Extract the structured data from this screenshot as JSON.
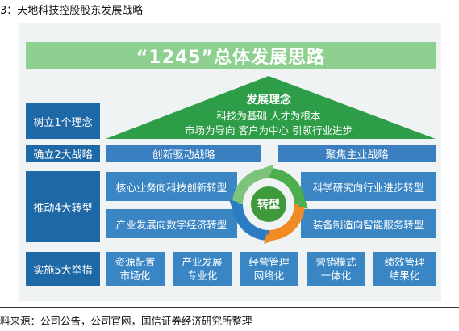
{
  "figure_title": "3：天地科技控股股东发展战略",
  "source": "料来源：公司公告，公司官网，国信证券经济研究所整理",
  "banner": "“1245”总体发展思路",
  "rows": {
    "concept": "树立1个理念",
    "strategies": "确立2大战略",
    "transforms": "推动4大转型",
    "measures": "实施5大举措"
  },
  "concept": {
    "title": "发展理念",
    "line1": "科技为基础  人才为根本",
    "line2": "市场为导向  客户为中心  引领行业进步"
  },
  "strategies": [
    "创新驱动战略",
    "聚焦主业战略"
  ],
  "transforms": {
    "top_left": "核心业务向科技创新转型",
    "bottom_left": "产业发展向数字经济转型",
    "top_right": "科学研究向行业进步转型",
    "bottom_right": "装备制造向智能服务转型",
    "center": "转型"
  },
  "measures": [
    {
      "line1": "资源配置",
      "line2": "市场化"
    },
    {
      "line1": "产业发展",
      "line2": "专业化"
    },
    {
      "line1": "经营管理",
      "line2": "网络化"
    },
    {
      "line1": "营销模式",
      "line2": "一体化"
    },
    {
      "line1": "绩效管理",
      "line2": "结果化"
    }
  ],
  "colors": {
    "banner_green": "#8ed08f",
    "triangle_green": "#2d9e47",
    "label_blue": "#1f68a6",
    "box_blue": "#3a86c4",
    "ring_green": "#4cae4c",
    "ring_blue": "#2d7cc2",
    "ring_orange": "#f08a24"
  }
}
